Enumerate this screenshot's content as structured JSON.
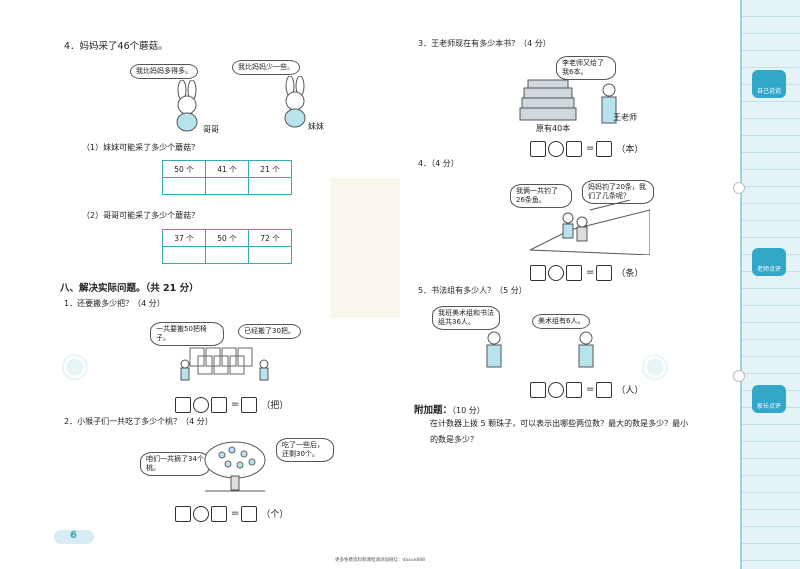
{
  "left": {
    "q4": {
      "title": "4．妈妈采了46个蘑菇。",
      "bubble_brother": "我比妈妈多得多。",
      "bubble_sister": "我比妈妈少一些。",
      "label_brother": "哥哥",
      "label_sister": "妹妹",
      "sub1": "（1）妹妹可能采了多少个蘑菇？",
      "table1": [
        "50 个",
        "41 个",
        "21 个"
      ],
      "sub2": "（2）哥哥可能采了多少个蘑菇？",
      "table2": [
        "37 个",
        "50 个",
        "72 个"
      ]
    },
    "section8": {
      "heading": "八、解决实际问题。（共 21 分）",
      "q1_title": "1．还要搬多少把？（4 分）",
      "q1_bubble_a": "一共要搬50把椅子。",
      "q1_bubble_b": "已经搬了30把。",
      "q1_unit": "（把）",
      "q2_title": "2．小猴子们一共吃了多少个桃？（4 分）",
      "q2_bubble_a": "咱们一共摘了34个桃。",
      "q2_bubble_b": "吃了一些后，还剩30个。",
      "q2_unit": "（个）"
    },
    "page_number": "6"
  },
  "right": {
    "q3": {
      "title": "3．王老师现在有多少本书？（4 分）",
      "bubble": "李老师又给了我6本。",
      "label_books": "原有40本",
      "label_teacher": "王老师",
      "unit": "（本）"
    },
    "q4": {
      "title": "4．（4 分）",
      "bubble_a": "我俩一共钓了26条鱼。",
      "bubble_b": "妈妈钓了20条，我们了几条呢？",
      "unit": "（条）"
    },
    "q5": {
      "title": "5．书法组有多少人？（5 分）",
      "bubble_a": "我班美术组和书法组共36人。",
      "bubble_b": "美术组有6人。",
      "unit": "（人）"
    },
    "bonus": {
      "label": "附加题：",
      "score": "（10 分）",
      "text1": "在计数器上拨 5 颗珠子，可以表示出哪些两位数？最大的数是多少？最小",
      "text2": "的数是多少？"
    }
  },
  "sidebar": {
    "badge1": "自己说说",
    "badge2": "老师点评",
    "badge3": "家长点评"
  },
  "footer": "更多免费资料和课程请添加微信：daxue888",
  "colors": {
    "accent": "#3aa6b5",
    "sidebar": "#e4f3f6"
  }
}
